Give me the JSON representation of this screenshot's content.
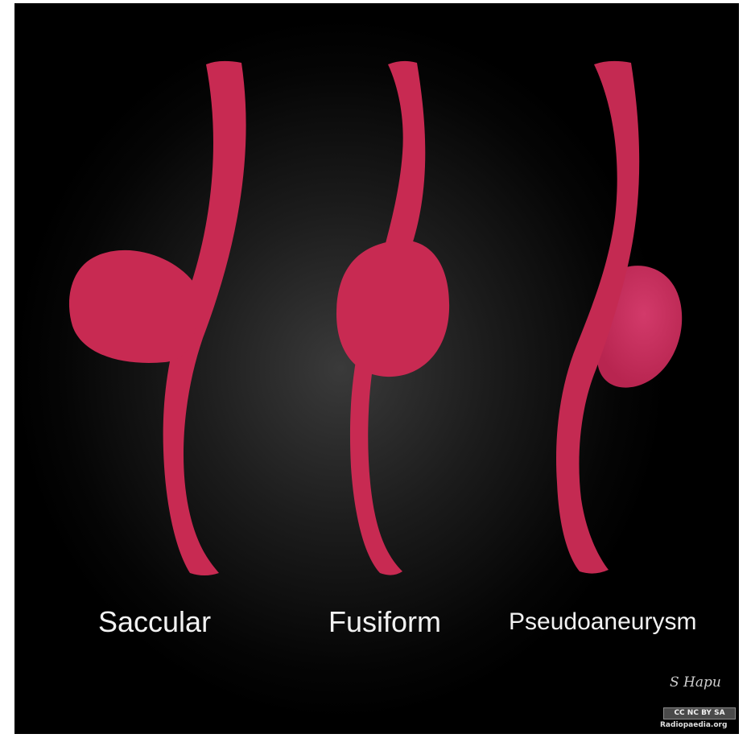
{
  "labels": {
    "saccular": "Saccular",
    "fusiform": "Fusiform",
    "pseudoaneurysm": "Pseudoaneurysm"
  },
  "signature": "S Hapu",
  "license": "CC NC BY SA",
  "site": "Radiopaedia.org",
  "colors": {
    "vessel": "#c82a52",
    "pseudo_sac": "#c8305c",
    "background": "#000000",
    "text": "#f2f2f2"
  }
}
